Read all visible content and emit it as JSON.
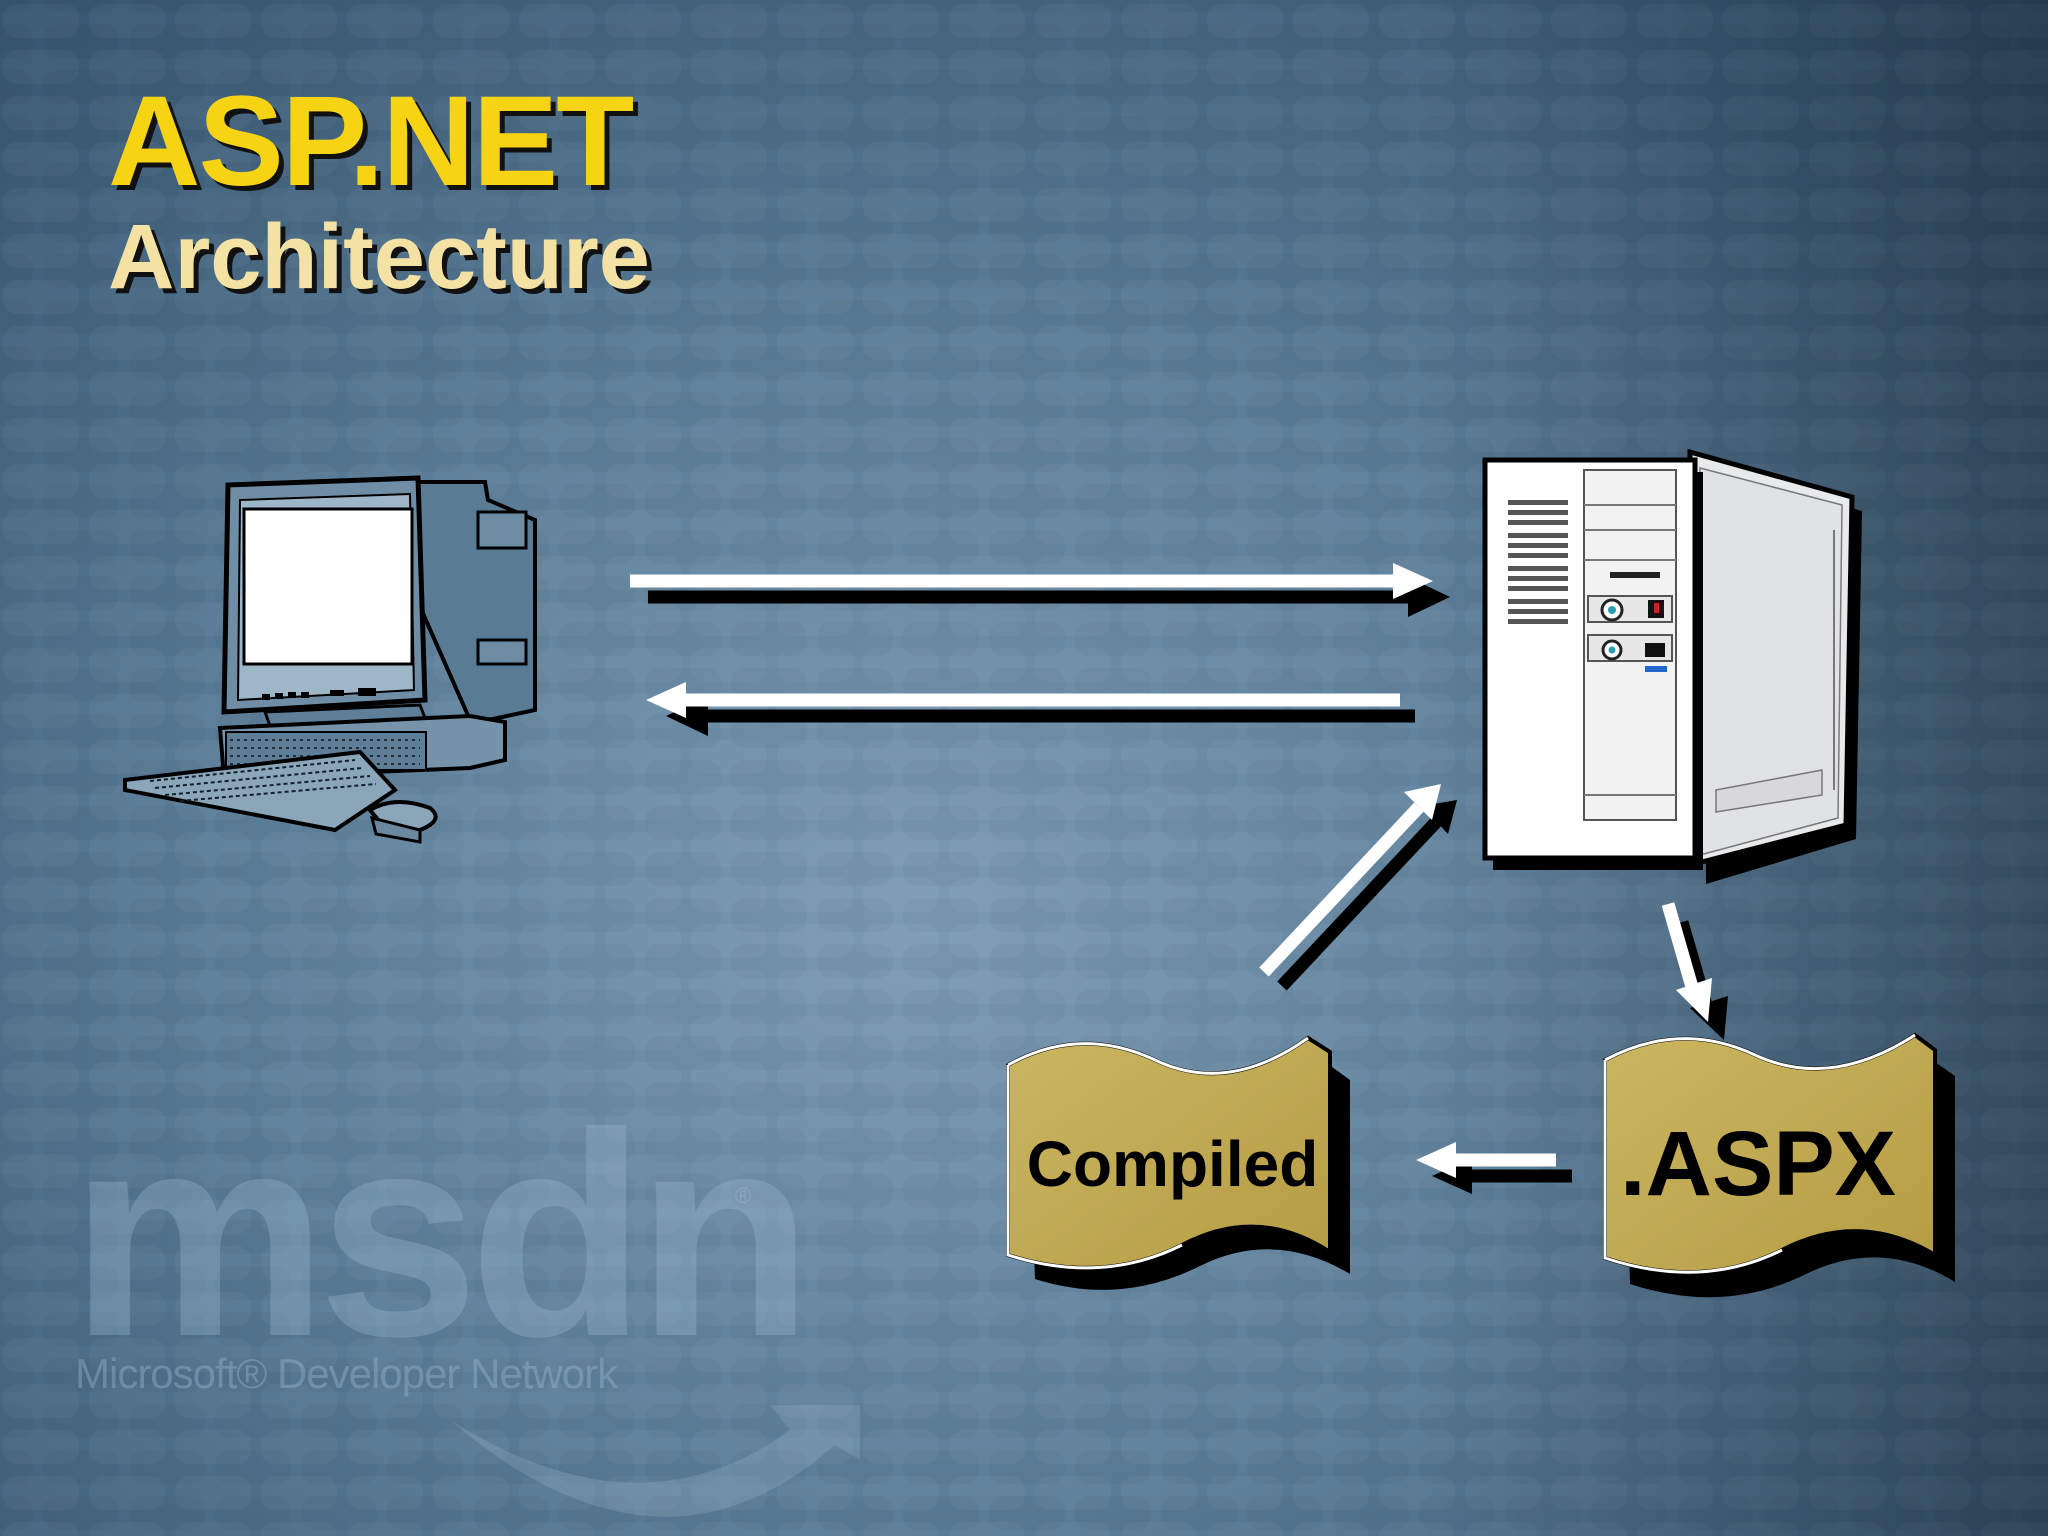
{
  "title": {
    "main": "ASP.NET",
    "sub": "Architecture"
  },
  "watermark": {
    "logo": "msdn",
    "registered": "®",
    "tagline": "Microsoft® Developer Network"
  },
  "nodes": {
    "client": {
      "icon": "desktop-computer-icon"
    },
    "server": {
      "icon": "server-tower-icon"
    },
    "aspx": {
      "label": ".ASPX",
      "icon": "scroll-icon"
    },
    "compiled": {
      "label": "Compiled",
      "icon": "scroll-icon"
    }
  },
  "edges": [
    {
      "from": "client",
      "to": "server"
    },
    {
      "from": "server",
      "to": "client"
    },
    {
      "from": "server",
      "to": "aspx"
    },
    {
      "from": "aspx",
      "to": "compiled"
    },
    {
      "from": "compiled",
      "to": "server"
    }
  ],
  "colors": {
    "title": "#f6d313",
    "subtitle": "#f4e2a4",
    "scroll_fill": "#c4ae55",
    "background": "#5b7d98"
  }
}
